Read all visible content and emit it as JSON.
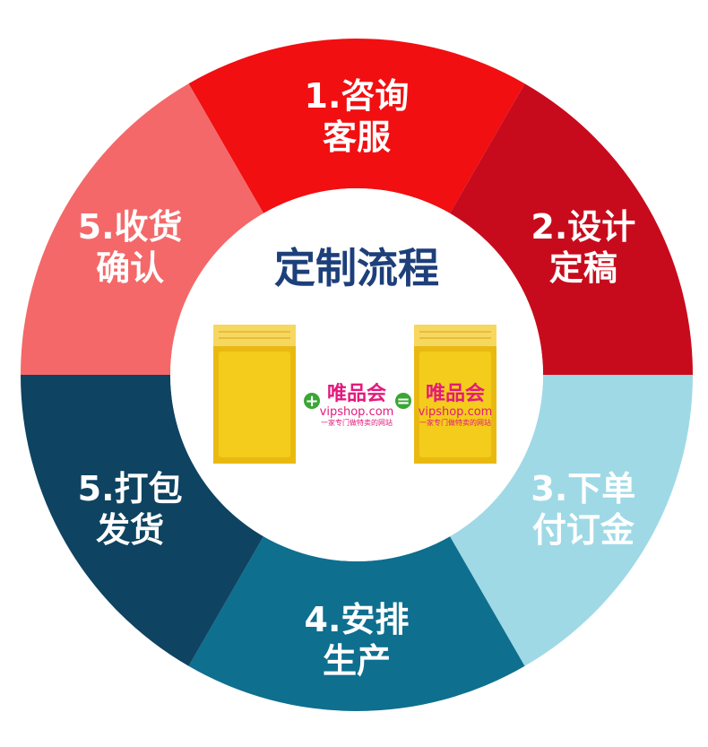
{
  "diagram": {
    "title": "定制流程",
    "steps": [
      {
        "line1": "1.咨询",
        "line2": "客服",
        "color": "#f10f11"
      },
      {
        "line1": "2.设计",
        "line2": "定稿",
        "color": "#c80b1c"
      },
      {
        "line1": "3.下单",
        "line2": "付订金",
        "color": "#9fd9e6"
      },
      {
        "line1": "4.安排",
        "line2": "生产",
        "color": "#0e6f8f"
      },
      {
        "line1": "5.打包",
        "line2": "发货",
        "color": "#0e4361"
      },
      {
        "line1": "5.收货",
        "line2": "确认",
        "color": "#f46869"
      }
    ],
    "product": {
      "brand_name": "唯品会",
      "brand_url": "vipshop.com",
      "brand_tagline": "一家专门做特卖的网站",
      "plus_symbol": "+",
      "equals_symbol": "=",
      "envelope_color": "#f4cc1c",
      "operator_color": "#3aa635"
    }
  }
}
